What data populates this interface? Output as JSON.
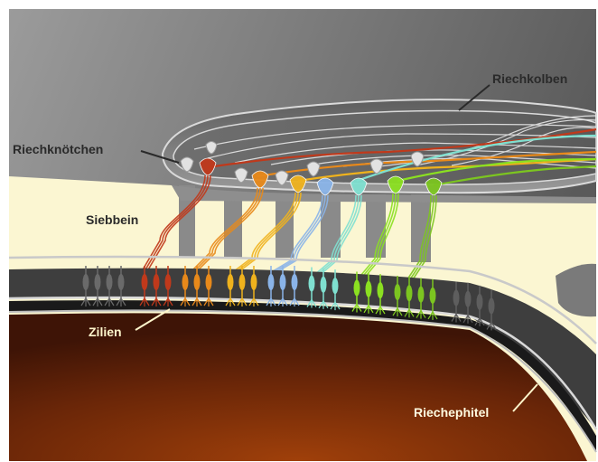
{
  "labels": {
    "olfactory_bulb": "Riechkolben",
    "glomeruli": "Riechknötchen",
    "ethmoid_bone": "Siebbein",
    "cilia": "Zilien",
    "olfactory_epithelium": "Riechephitel"
  },
  "colors": {
    "bulb_gray": "#6b6b6b",
    "bone": "#fbf6d2",
    "tissue": "#5a1e08",
    "receptor_types": [
      "#c0391b",
      "#e8891a",
      "#efb21d",
      "#8ab4e8",
      "#7fe0d0",
      "#8be021",
      "#7cc520"
    ]
  }
}
